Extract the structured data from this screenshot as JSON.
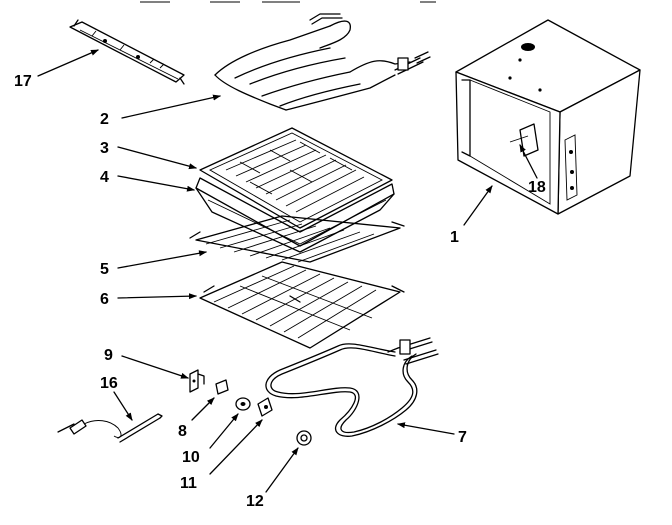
{
  "callouts": [
    {
      "id": "1",
      "label": "1"
    },
    {
      "id": "2",
      "label": "2"
    },
    {
      "id": "3",
      "label": "3"
    },
    {
      "id": "4",
      "label": "4"
    },
    {
      "id": "5",
      "label": "5"
    },
    {
      "id": "6",
      "label": "6"
    },
    {
      "id": "7",
      "label": "7"
    },
    {
      "id": "8",
      "label": "8"
    },
    {
      "id": "9",
      "label": "9"
    },
    {
      "id": "10",
      "label": "10"
    },
    {
      "id": "11",
      "label": "11"
    },
    {
      "id": "12",
      "label": "12"
    },
    {
      "id": "16",
      "label": "16"
    },
    {
      "id": "17",
      "label": "17"
    },
    {
      "id": "18",
      "label": "18"
    }
  ],
  "colors": {
    "ink": "#000000",
    "paper": "#ffffff"
  }
}
